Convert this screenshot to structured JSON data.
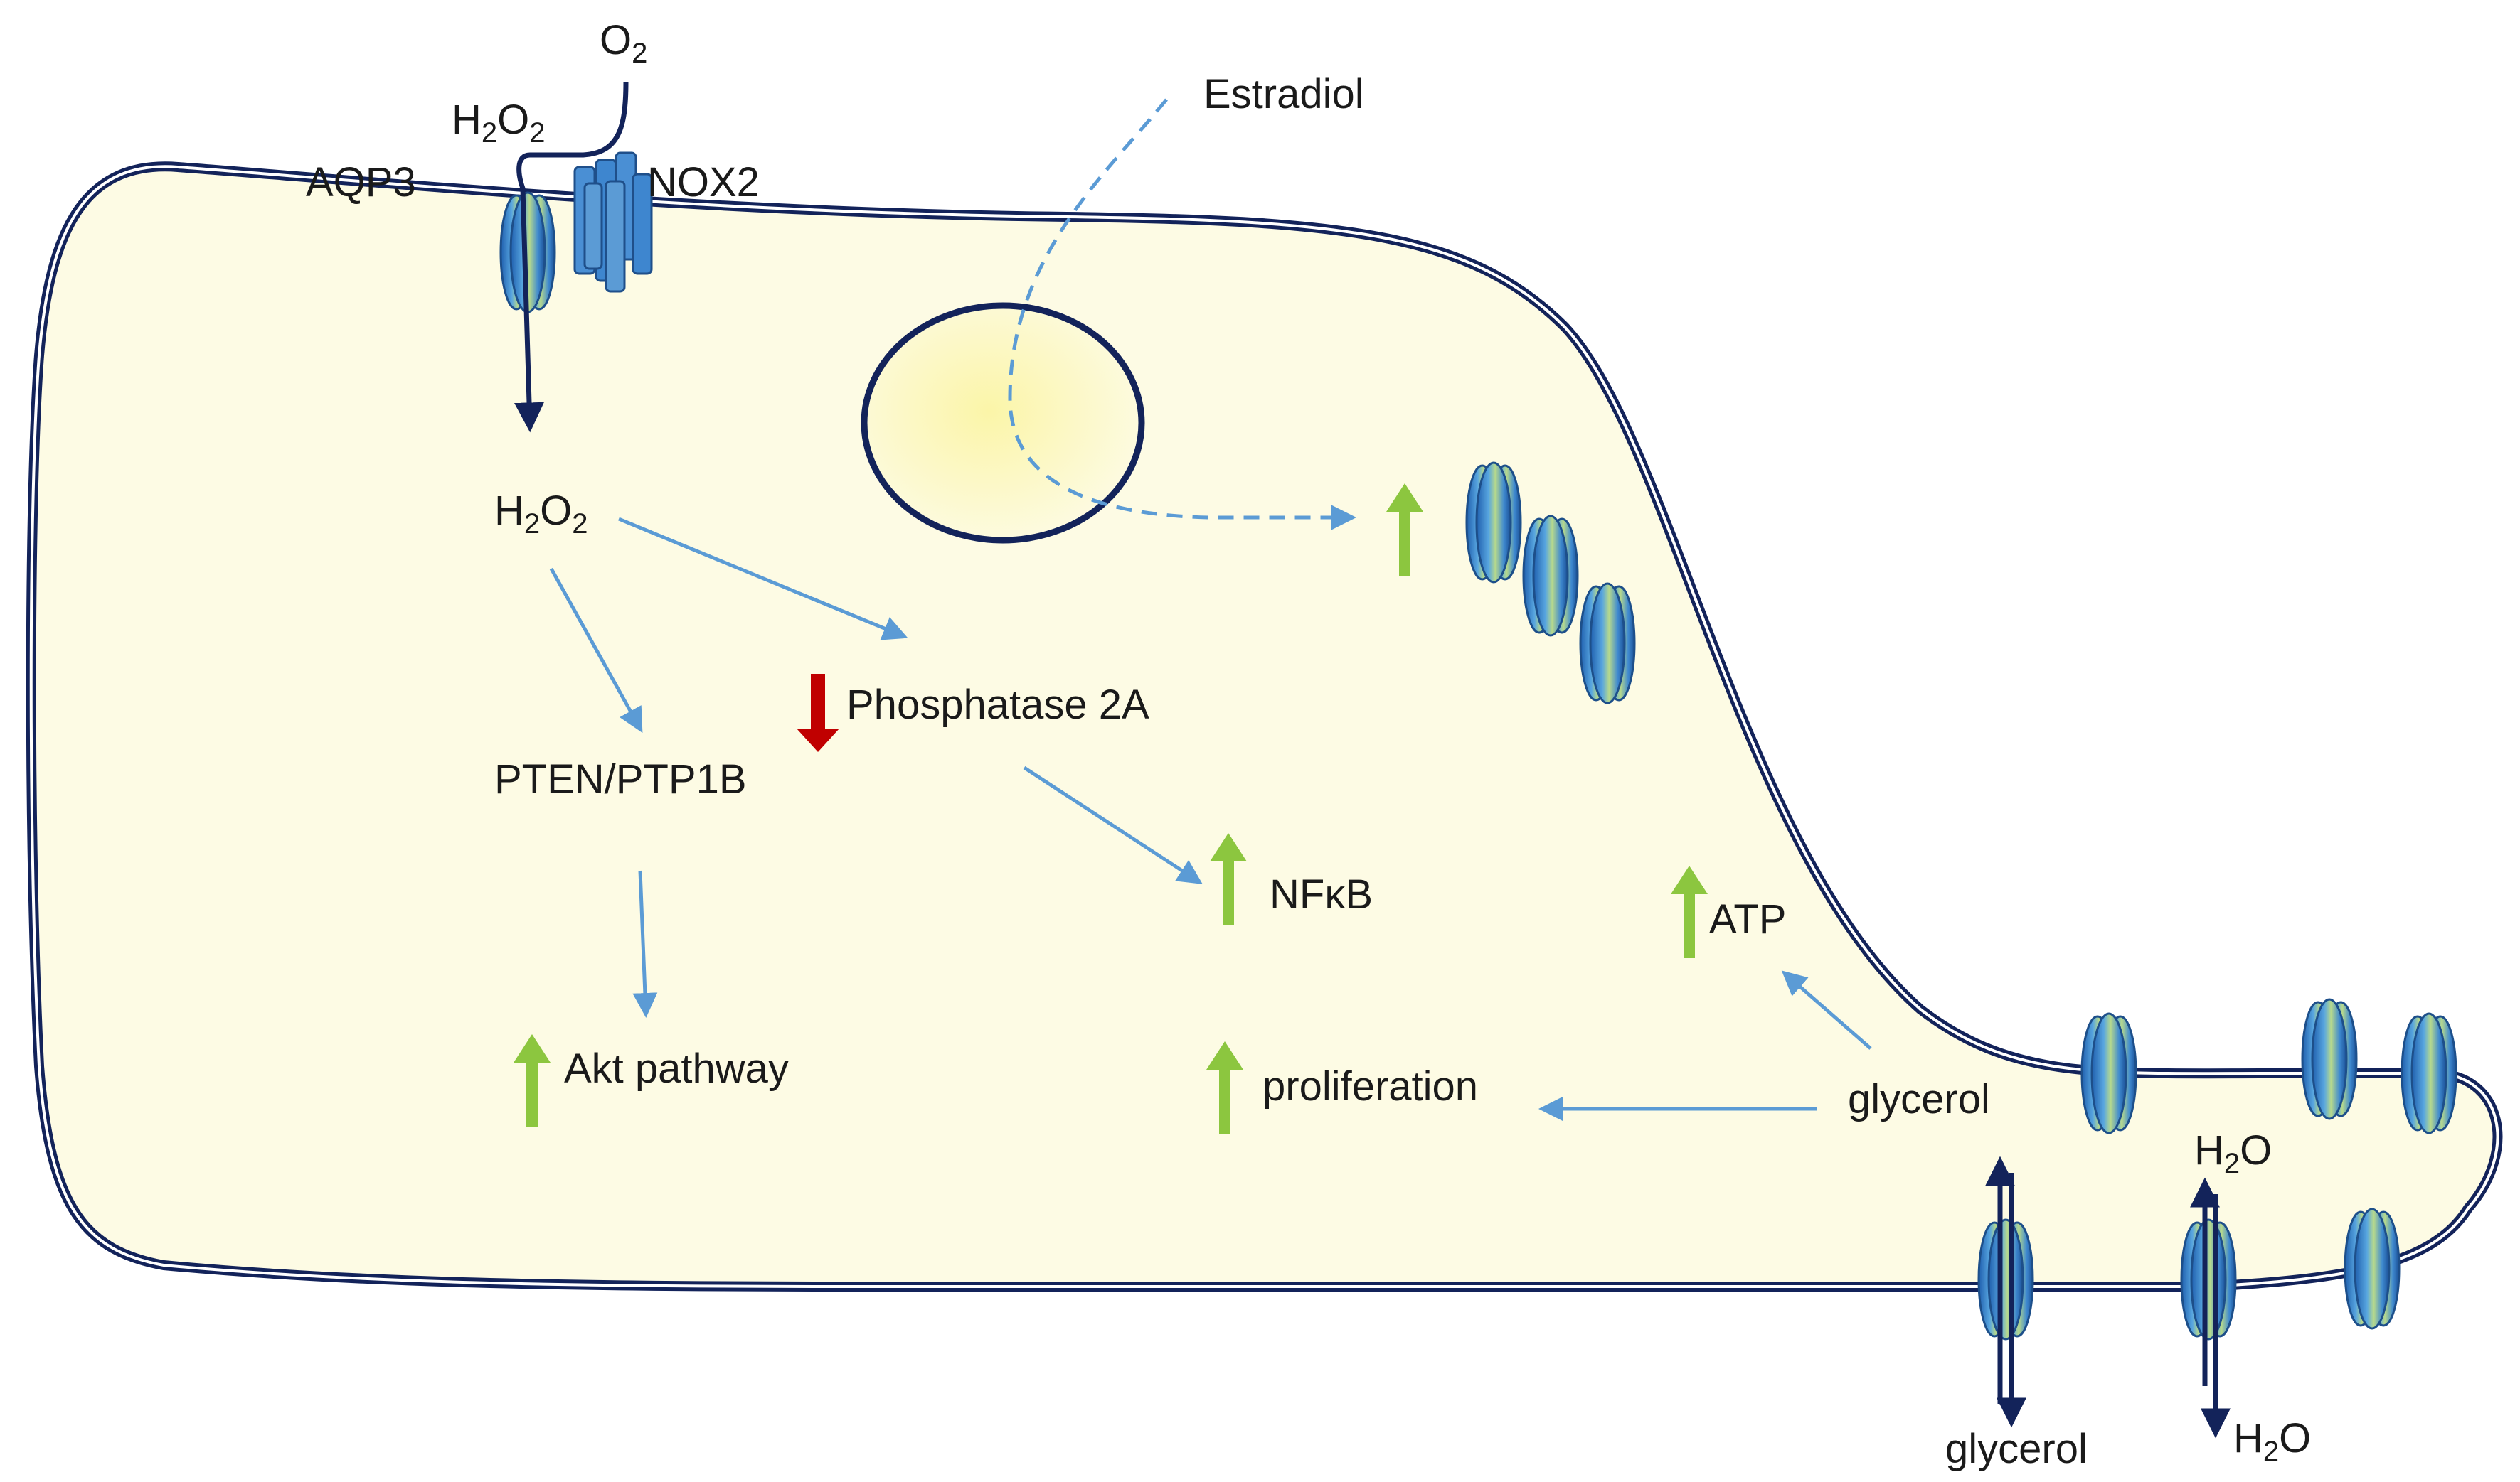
{
  "labels": {
    "o2": "O",
    "o2_sub": "2",
    "h2o2_top": "H",
    "h2o2_top_sub1": "2",
    "h2o2_top_o": "O",
    "h2o2_top_sub2": "2",
    "aqp3": "AQP3",
    "nox2": "NOX2",
    "estradiol": "Estradiol",
    "h2o2_inside": "H",
    "h2o2_inside_sub1": "2",
    "h2o2_inside_o": "O",
    "h2o2_inside_sub2": "2",
    "pten": "PTEN/PTP1B",
    "phosphatase": "Phosphatase 2A",
    "nfkb": "NFκB",
    "akt": "Akt pathway",
    "atp": "ATP",
    "proliferation": "proliferation",
    "glycerol_inside": "glycerol",
    "glycerol_outside": "glycerol",
    "h2o_upper": "H",
    "h2o_upper_sub": "2",
    "h2o_upper_o": "O",
    "h2o_lower": "H",
    "h2o_lower_sub": "2",
    "h2o_lower_o": "O"
  },
  "colors": {
    "cytoplasm": "#fdfbe4",
    "membrane": "#13235a",
    "pathway_arrow": "#5b9bd5",
    "up_arrow": "#8cc63f",
    "down_arrow": "#c00000",
    "channel_blue": "#2e75c5",
    "channel_green": "#a9d18e"
  }
}
